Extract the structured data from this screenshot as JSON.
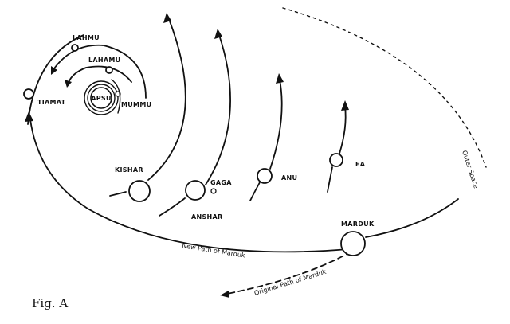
{
  "figure_label": "Fig. A",
  "bodies": {
    "apsu": "APSU",
    "mummu": "MUMMU",
    "lahamu": "LAHAMU",
    "lahmu": "LAHMU",
    "tiamat": "TIAMAT",
    "kishar": "KISHAR",
    "anshar": "ANSHAR",
    "gaga": "GAGA",
    "anu": "ANU",
    "ea": "EA",
    "marduk": "MARDUK"
  },
  "paths": {
    "new_path": "New Path of Marduk",
    "original_path": "Original Path of Marduk",
    "outer_space": "Outer Space"
  }
}
